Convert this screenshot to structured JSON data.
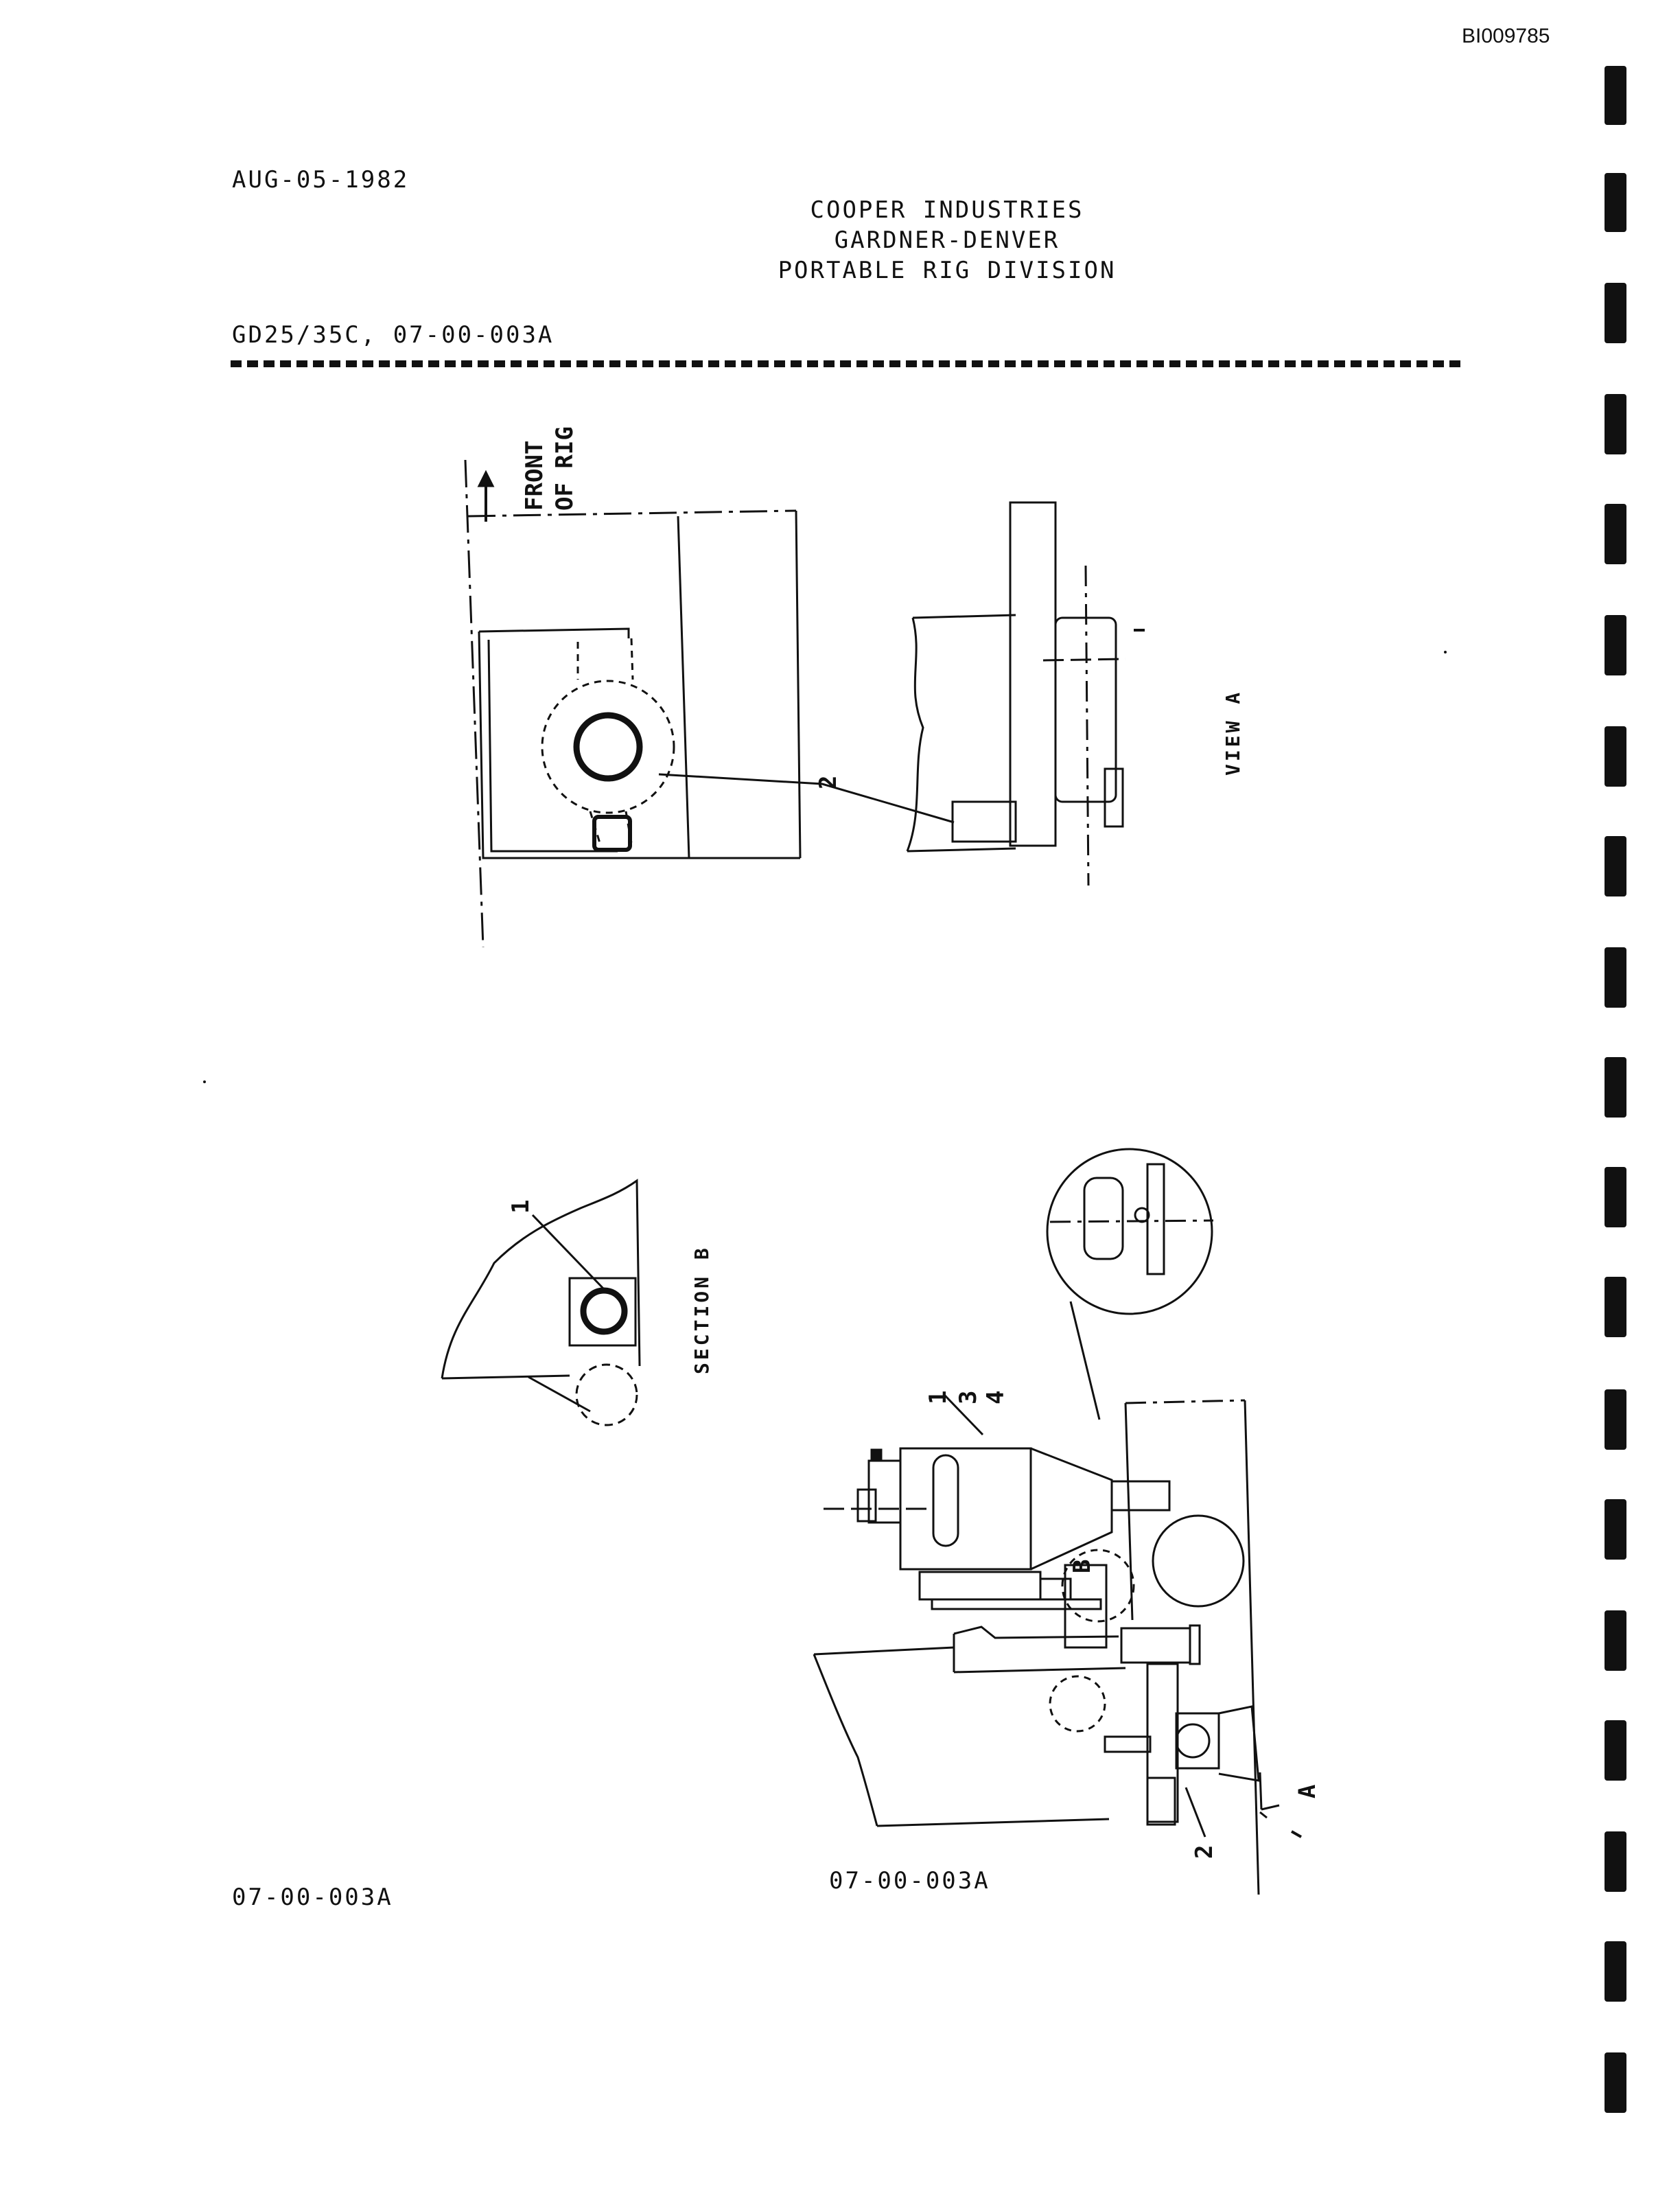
{
  "doc_id": "BI009785",
  "date": "AUG-05-1982",
  "company": {
    "line1": "COOPER INDUSTRIES",
    "line2": "GARDNER-DENVER",
    "line3": "PORTABLE RIG DIVISION"
  },
  "model_ref": "GD25/35C, 07-00-003A",
  "drawing": {
    "front_label_1": "FRONT",
    "front_label_2": "OF RIG",
    "view_a_label": "VIEW A",
    "section_b_label": "SECTION B",
    "callouts": [
      "1",
      "2",
      "3",
      "4",
      "B",
      "A"
    ]
  },
  "footer": {
    "left_ref": "07-00-003A",
    "center_ref": "07-00-003A"
  }
}
